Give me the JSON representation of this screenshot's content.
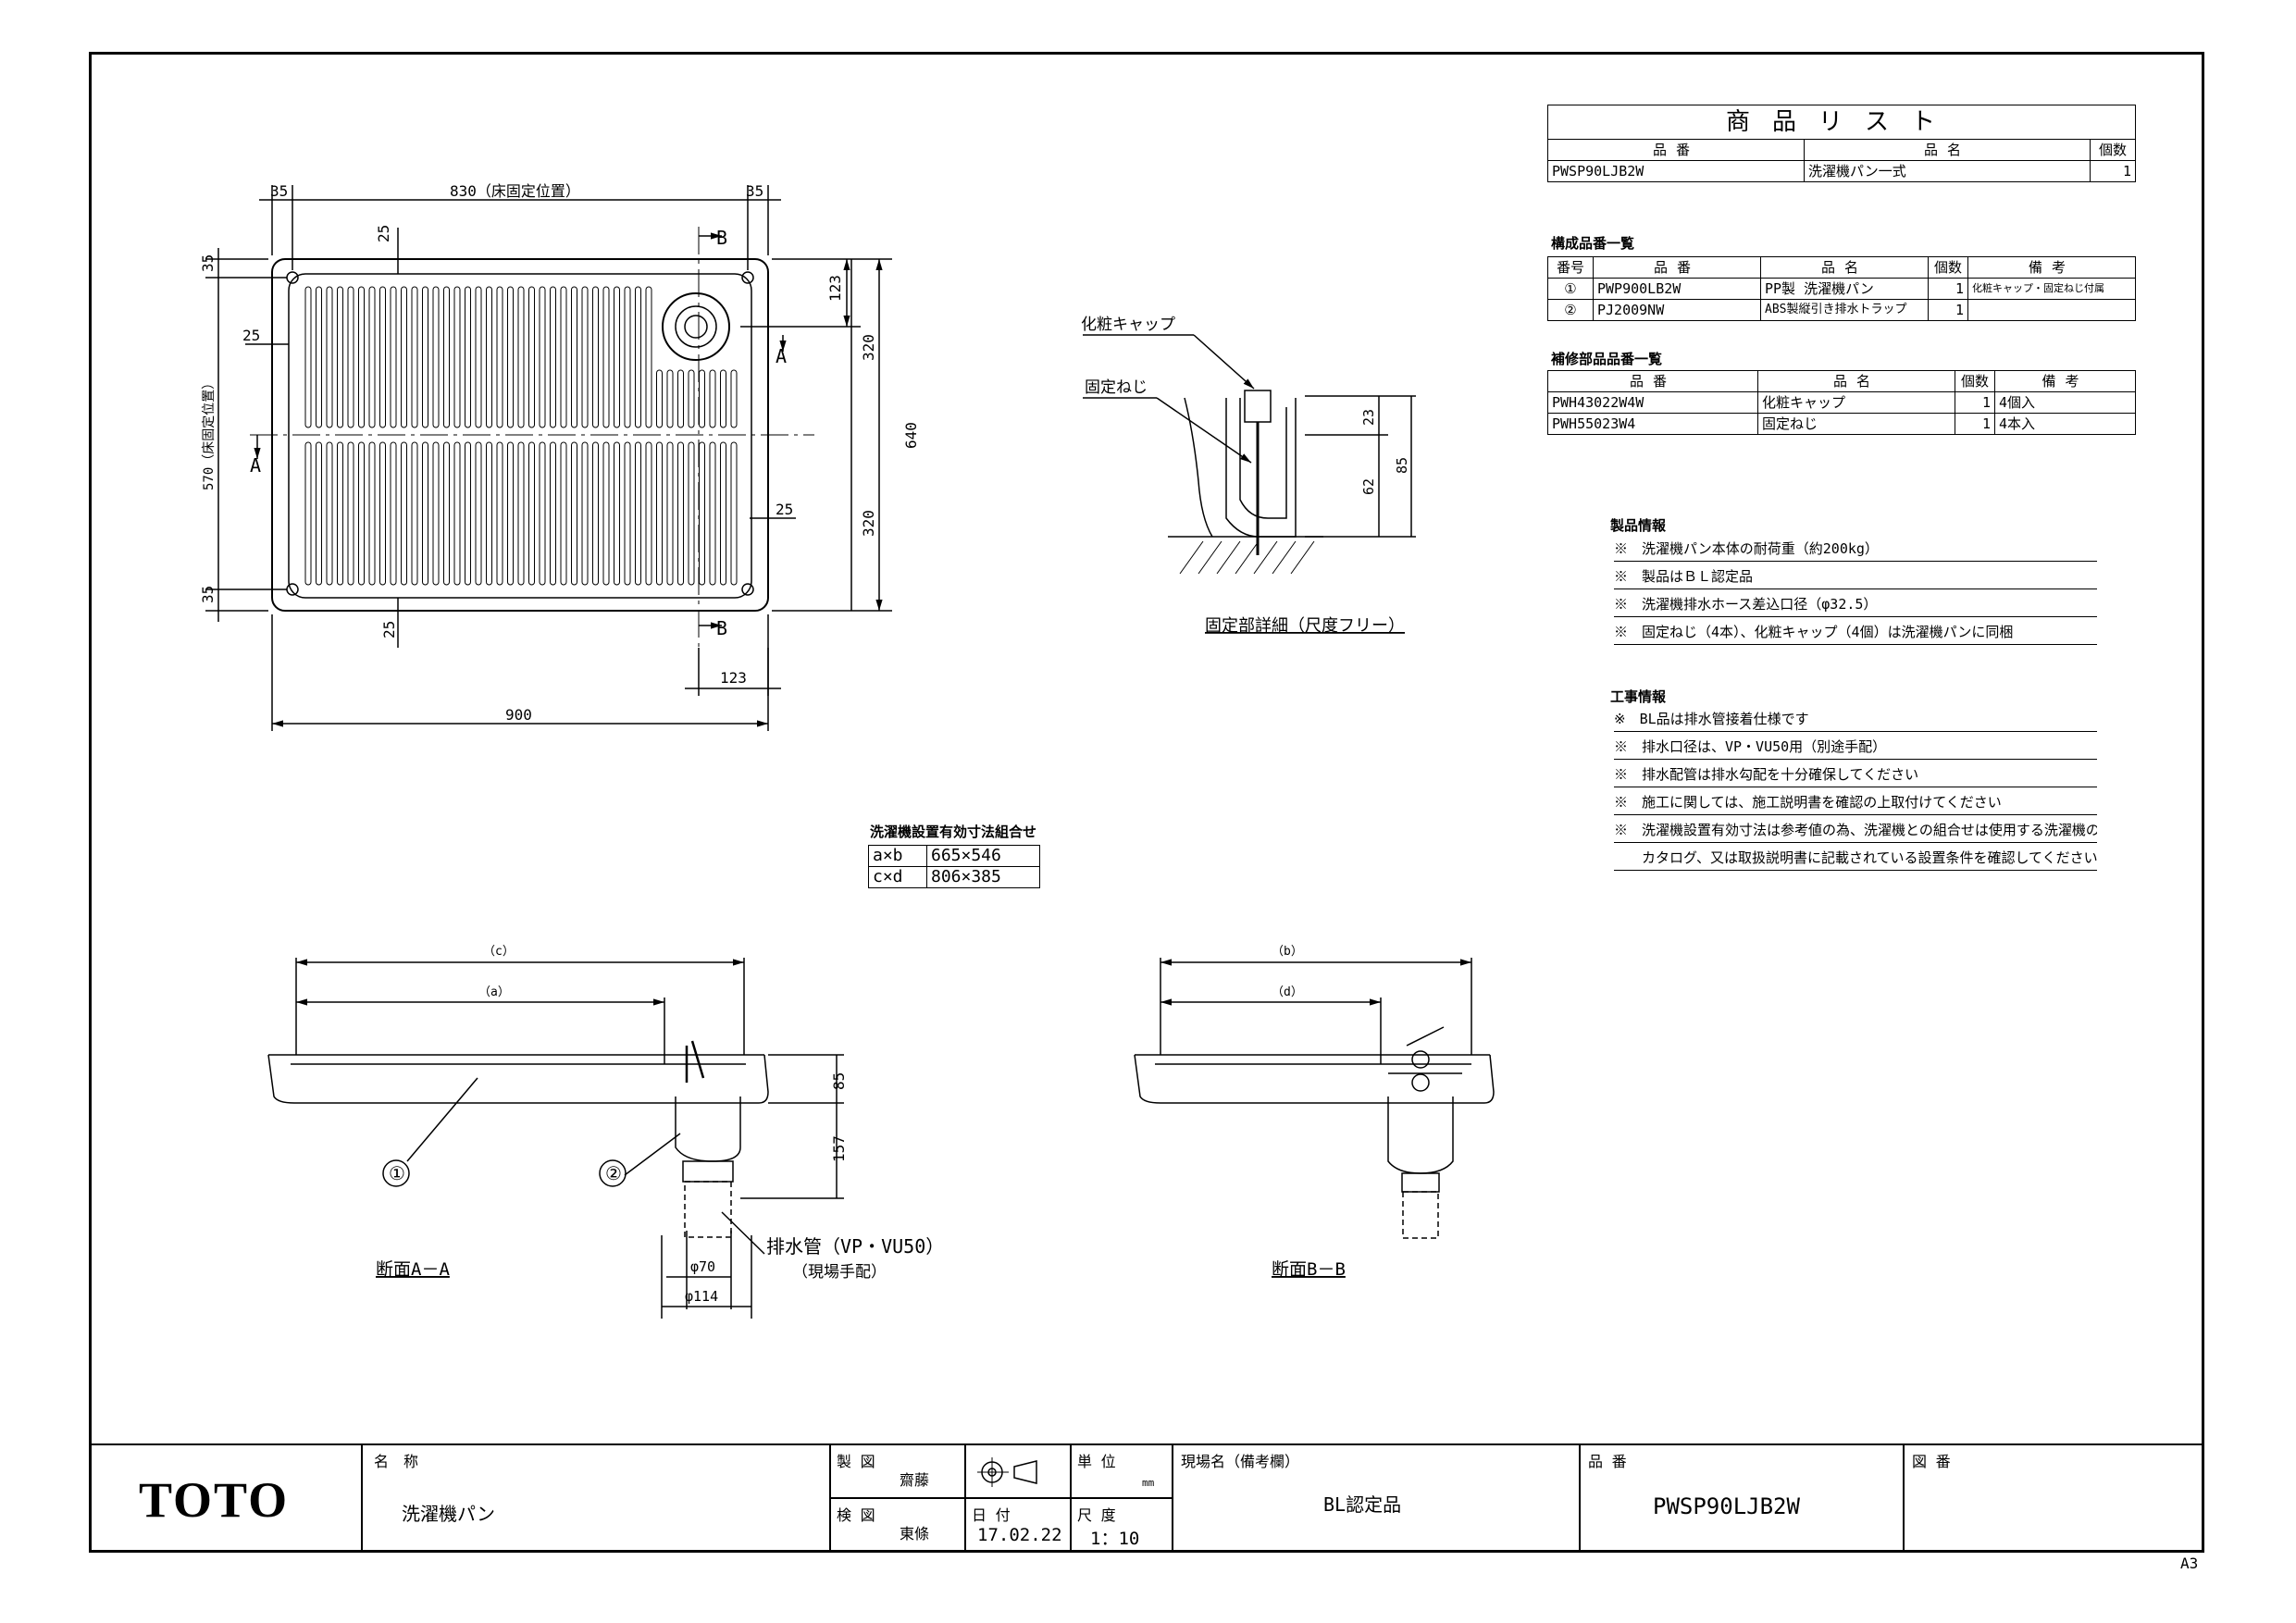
{
  "product_list": {
    "title": "商品リスト",
    "headers": {
      "part_no": "品番",
      "name": "品名",
      "qty": "個数"
    },
    "row": {
      "part_no": "PWSP90LJB2W",
      "name": "洗濯機パン一式",
      "qty": "1"
    }
  },
  "components": {
    "heading": "構成品番一覧",
    "headers": {
      "no": "番号",
      "part_no": "品番",
      "name": "品名",
      "qty": "個数",
      "note": "備考"
    },
    "rows": [
      {
        "no": "①",
        "part_no": "PWP900LB2W",
        "name": "PP製 洗濯機パン",
        "qty": "1",
        "note": "化粧キャップ・固定ねじ付属"
      },
      {
        "no": "②",
        "part_no": "PJ2009NW",
        "name": "ABS製縦引き排水トラップ",
        "qty": "1",
        "note": ""
      }
    ]
  },
  "repair_parts": {
    "heading": "補修部品品番一覧",
    "headers": {
      "part_no": "品番",
      "name": "品名",
      "qty": "個数",
      "note": "備考"
    },
    "rows": [
      {
        "part_no": "PWH43022W4W",
        "name": "化粧キャップ",
        "qty": "1",
        "note": "4個入"
      },
      {
        "part_no": "PWH55023W4",
        "name": "固定ねじ",
        "qty": "1",
        "note": "4本入"
      }
    ]
  },
  "product_info": {
    "heading": "製品情報",
    "items": [
      "※　洗濯機パン本体の耐荷重（約200kg）",
      "※　製品はＢＬ認定品",
      "※　洗濯機排水ホース差込口径（φ32.5）",
      "※　固定ねじ（4本）、化粧キャップ（4個）は洗濯機パンに同梱"
    ]
  },
  "construction_info": {
    "heading": "工事情報",
    "items": [
      "※　BL品は排水管接着仕様です",
      "※　排水口径は、VP・VU50用（別途手配）",
      "※　排水配管は排水勾配を十分確保してください",
      "※　施工に関しては、施工説明書を確認の上取付けてください",
      "※　洗濯機設置有効寸法は参考値の為、洗濯機との組合せは使用する洗濯機の",
      "　　カタログ、又は取扱説明書に記載されている設置条件を確認してください"
    ]
  },
  "effective_dims": {
    "heading": "洗濯機設置有効寸法組合せ",
    "rows": [
      {
        "key": "a×b",
        "value": "665×546"
      },
      {
        "key": "c×d",
        "value": "806×385"
      }
    ]
  },
  "plan": {
    "dim_35_left": "35",
    "dim_830": "830（床固定位置）",
    "dim_35_right": "35",
    "dim_25_top": "25",
    "dim_35_top": "35",
    "dim_25_left": "25",
    "dim_570": "570（床固定位置）",
    "dim_35_bottom": "35",
    "dim_25_bottom": "25",
    "dim_123_top": "123",
    "dim_320_top": "320",
    "dim_640": "640",
    "dim_320_bottom": "320",
    "dim_25_right": "25",
    "dim_123_bottom": "123",
    "dim_900": "900",
    "mark_b": "B",
    "mark_a": "A"
  },
  "detail": {
    "cap_label": "化粧キャップ",
    "screw_label": "固定ねじ",
    "dim_23": "23",
    "dim_62": "62",
    "dim_85": "85",
    "caption": "固定部詳細（尺度フリー）"
  },
  "section_aa": {
    "dim_c": "（c）",
    "dim_a": "（a）",
    "dim_85": "85",
    "dim_157": "157",
    "balloon_1": "①",
    "balloon_2": "②",
    "drain_label": "排水管（VP・VU50）",
    "drain_sub": "（現場手配）",
    "dim_70": "φ70",
    "dim_114": "φ114",
    "caption": "断面A－A"
  },
  "section_bb": {
    "dim_b": "（b）",
    "dim_d": "（d）",
    "caption": "断面B－B"
  },
  "title_block": {
    "logo": "TOTO",
    "name_label": "名　称",
    "name_value": "洗濯機パン",
    "drawn_label": "製 図",
    "drawn_by": "齋藤",
    "checked_label": "検 図",
    "checked_by": "東條",
    "date_label": "日 付",
    "date_value": "17.02.22",
    "unit_label": "単 位",
    "unit_value": "mm",
    "scale_label": "尺 度",
    "scale_value": "1：10",
    "site_label": "現場名（備考欄）",
    "site_value": "BL認定品",
    "part_label": "品 番",
    "part_value": "PWSP90LJB2W",
    "drawing_no_label": "図 番",
    "sheet_size": "A3"
  }
}
